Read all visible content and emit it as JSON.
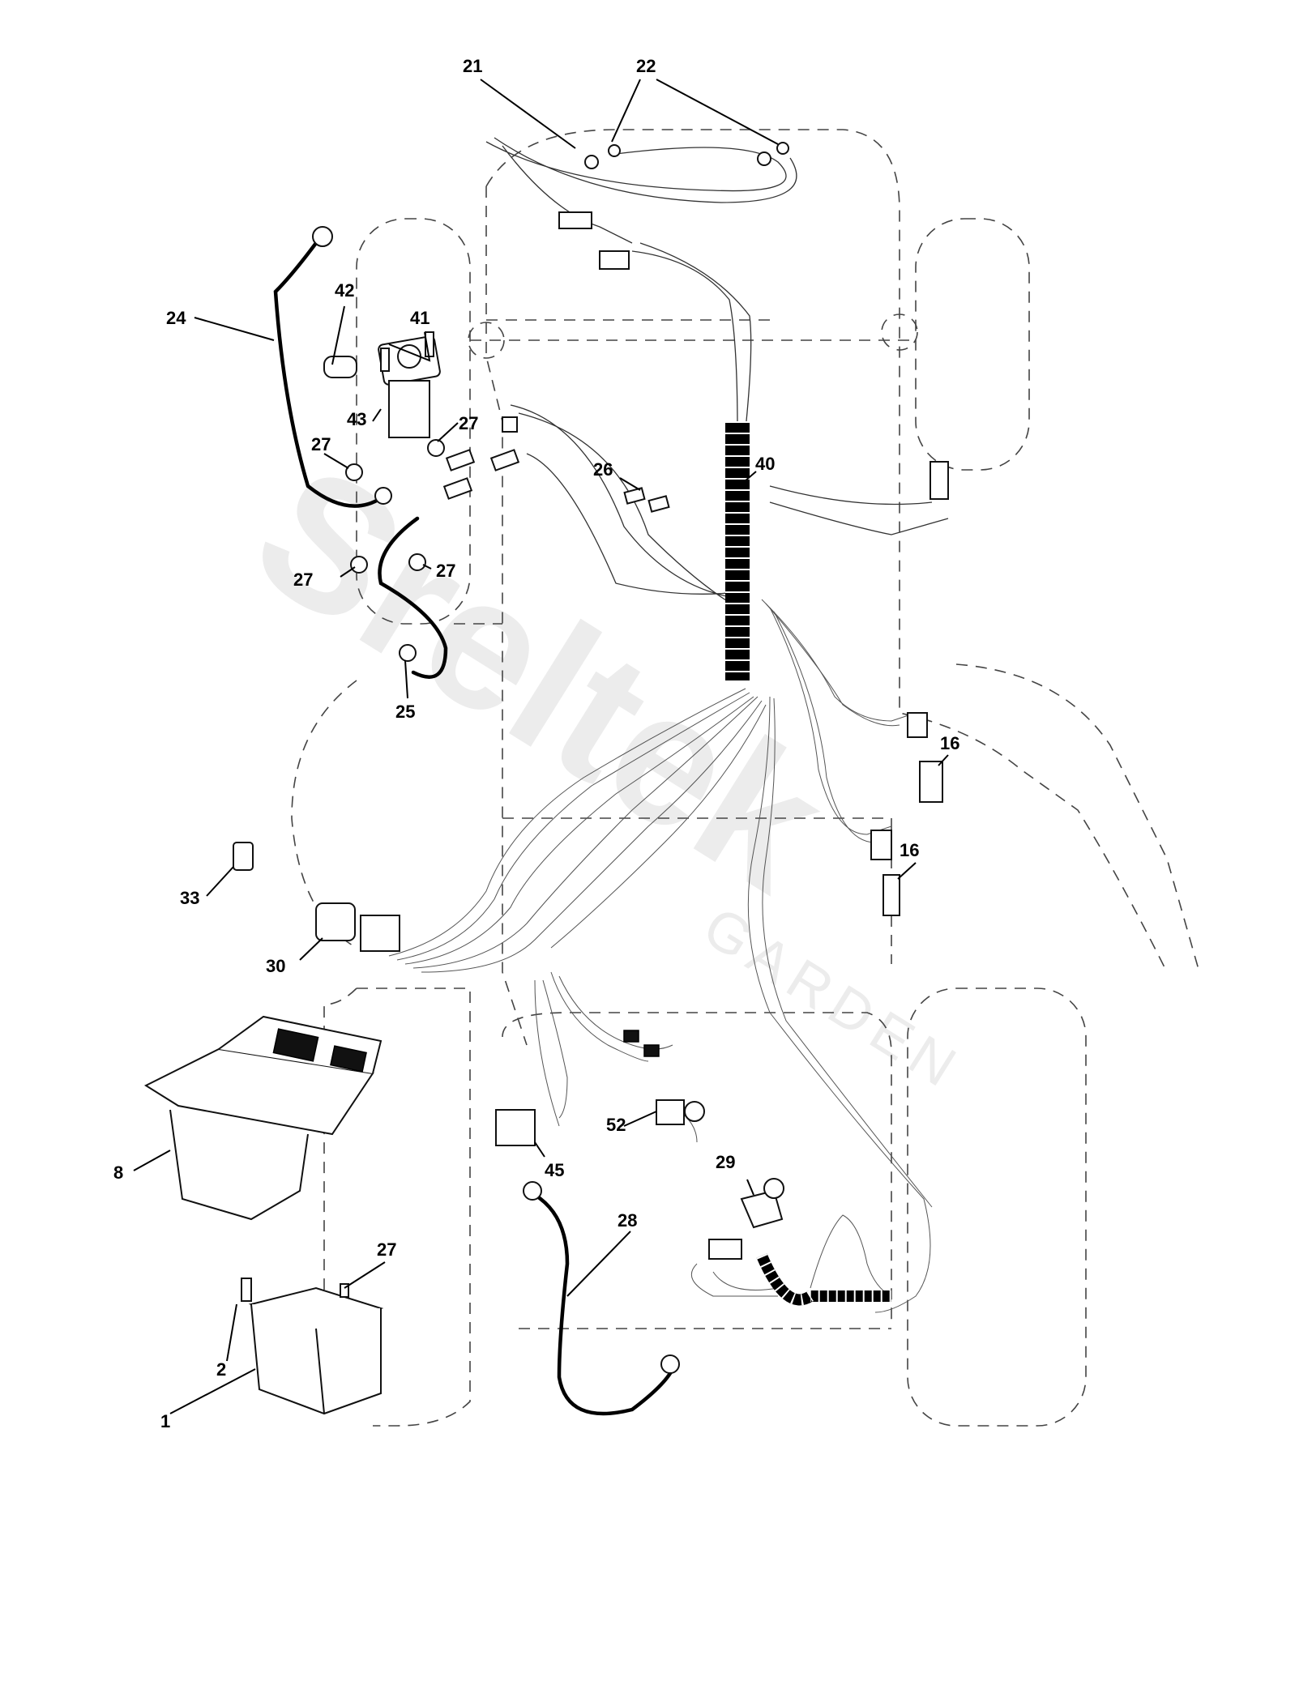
{
  "watermark": {
    "brand": "Sreltek",
    "sub": "GARDEN"
  },
  "callouts": {
    "c21": "21",
    "c22": "22",
    "c24": "24",
    "c42": "42",
    "c41": "41",
    "c43": "43",
    "c27a": "27",
    "c27b": "27",
    "c27c": "27",
    "c27d": "27",
    "c27e": "27",
    "c26": "26",
    "c40": "40",
    "c25": "25",
    "c16a": "16",
    "c16b": "16",
    "c33": "33",
    "c30": "30",
    "c8": "8",
    "c52": "52",
    "c45": "45",
    "c29": "29",
    "c28": "28",
    "c2": "2",
    "c1": "1"
  }
}
